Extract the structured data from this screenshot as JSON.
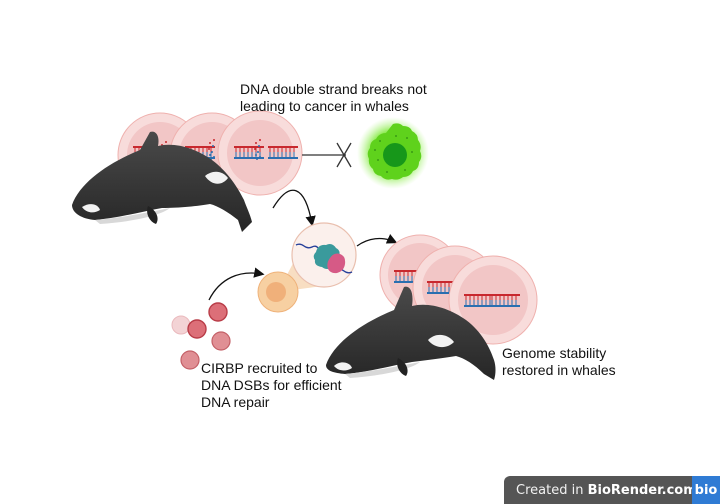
{
  "labels": {
    "top": "DNA double strand breaks not\nleading to cancer in whales",
    "cirbp": "CIRBP recruited to\nDNA DSBs for efficient\nDNA repair",
    "genome": "Genome stability\nrestored in whales"
  },
  "badge": {
    "prefix": "Created in ",
    "brand": "BioRender.com",
    "logo": "bio"
  },
  "colors": {
    "cell_outer": "#f7d9d8",
    "cell_inner": "#f2c4c4",
    "cell_border": "#eea9a6",
    "dna_red": "#c8282e",
    "dna_blue": "#2a6fb0",
    "cancer_green": "#5ccf1a",
    "cancer_nucleus": "#1a9a1a",
    "protein_teal": "#3a9a9c",
    "protein_pink": "#d65a86",
    "cirbp_red": "#d9707a",
    "zoom_orange": "#f6cf9e",
    "orca_black": "#3a3a3a",
    "badge_bg": "#555555",
    "badge_logo_bg": "#2f7bd4"
  },
  "icons": {
    "damaged_cells": "cell-with-broken-dna-icon",
    "cancer_cell": "cancer-cell-icon",
    "blocked": "x-mark-icon",
    "orca": "orca-whale-icon",
    "cirbp": "cirbp-protein-icon",
    "repair_complex": "dna-repair-complex-icon",
    "repaired_cells": "cell-with-intact-dna-icon"
  }
}
